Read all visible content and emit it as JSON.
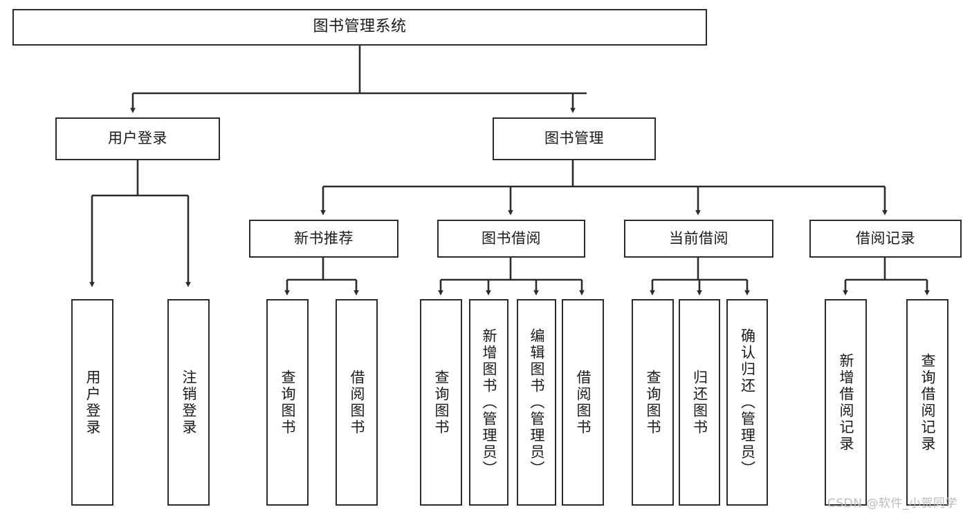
{
  "diagram": {
    "type": "tree",
    "title": "图书管理系统",
    "watermark": "CSDN @软件_小贺同学",
    "colors": {
      "node_border": "#2b2b2b",
      "node_fill": "#ffffff",
      "edge": "#2b2b2b",
      "text": "#1a1a1a",
      "watermark": "#b9b9b9",
      "background": "#ffffff"
    },
    "nodes": {
      "root": {
        "label": "图书管理系统"
      },
      "level2": [
        {
          "id": "user-login",
          "label": "用户登录"
        },
        {
          "id": "book-manage",
          "label": "图书管理"
        }
      ],
      "level3": [
        {
          "id": "new-book-recommend",
          "label": "新书推荐"
        },
        {
          "id": "book-borrow",
          "label": "图书借阅"
        },
        {
          "id": "current-borrow",
          "label": "当前借阅"
        },
        {
          "id": "borrow-record",
          "label": "借阅记录"
        }
      ],
      "leaves": {
        "user-login": [
          {
            "id": "leaf-user-login",
            "label": "用户登录"
          },
          {
            "id": "leaf-logout-login",
            "label": "注销登录"
          }
        ],
        "new-book-recommend": [
          {
            "id": "leaf-query-book-1",
            "label": "查询图书"
          },
          {
            "id": "leaf-borrow-book-1",
            "label": "借阅图书"
          }
        ],
        "book-borrow": [
          {
            "id": "leaf-query-book-2",
            "label": "查询图书"
          },
          {
            "id": "leaf-add-book",
            "label": "新增图书（管理员）"
          },
          {
            "id": "leaf-edit-book",
            "label": "编辑图书（管理员）"
          },
          {
            "id": "leaf-borrow-book-2",
            "label": "借阅图书"
          }
        ],
        "current-borrow": [
          {
            "id": "leaf-query-book-3",
            "label": "查询图书"
          },
          {
            "id": "leaf-return-book",
            "label": "归还图书"
          },
          {
            "id": "leaf-confirm-return",
            "label": "确认归还（管理员）"
          }
        ],
        "borrow-record": [
          {
            "id": "leaf-add-record",
            "label": "新增借阅记录"
          },
          {
            "id": "leaf-query-record",
            "label": "查询借阅记录"
          }
        ]
      }
    }
  }
}
